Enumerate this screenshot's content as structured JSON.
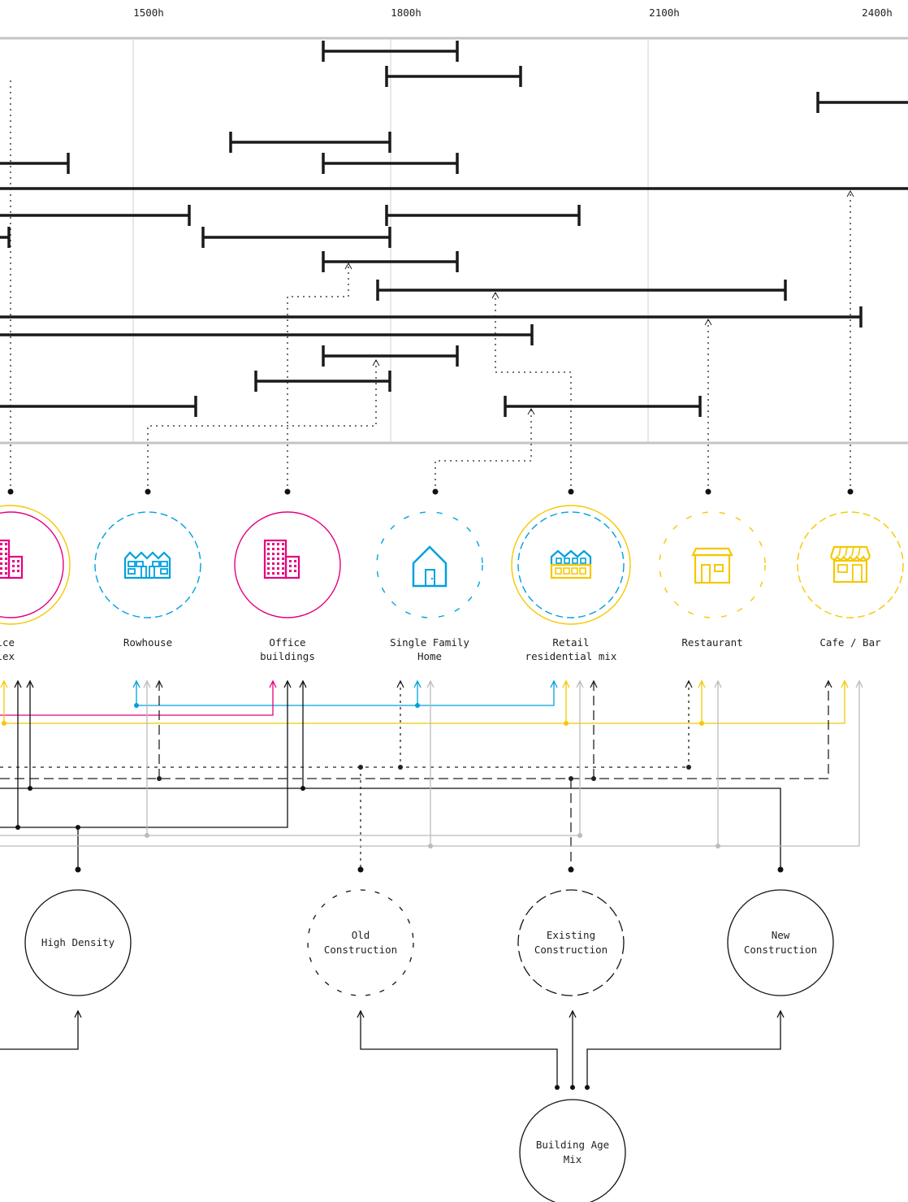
{
  "timeline": {
    "hours": [
      "1500h",
      "1800h",
      "2100h",
      "2400h"
    ]
  },
  "building_types": [
    {
      "id": "office-complex",
      "label_lines": [
        "Office",
        "Complex"
      ],
      "icon": "office-complex-icon",
      "ring": "#E6007E",
      "outer_ring": "#F5C800",
      "color": "#E6007E"
    },
    {
      "id": "rowhouse",
      "label_lines": [
        "Rowhouse"
      ],
      "icon": "rowhouse-icon",
      "ring": "#00A0DF",
      "color": "#00A0DF"
    },
    {
      "id": "office-buildings",
      "label_lines": [
        "Office",
        "buildings"
      ],
      "icon": "office-buildings-icon",
      "ring": "#E6007E",
      "color": "#E6007E"
    },
    {
      "id": "single-family-home",
      "label_lines": [
        "Single Family",
        "Home"
      ],
      "icon": "house-icon",
      "ring": "#00A0DF",
      "color": "#00A0DF"
    },
    {
      "id": "retail-residential-mix",
      "label_lines": [
        "Retail",
        "residential mix"
      ],
      "icon": "retail-residential-icon",
      "ring": "#00A0DF",
      "outer_ring": "#F5C800",
      "color": "#00A0DF"
    },
    {
      "id": "restaurant",
      "label_lines": [
        "Restaurant"
      ],
      "icon": "restaurant-icon",
      "ring": "#F5C800",
      "color": "#F5C800"
    },
    {
      "id": "cafe-bar",
      "label_lines": [
        "Cafe / Bar"
      ],
      "icon": "cafe-bar-icon",
      "ring": "#F5C800",
      "color": "#F5C800"
    }
  ],
  "categories": [
    {
      "id": "high-density",
      "label_lines": [
        "High Density"
      ]
    },
    {
      "id": "old-construction",
      "label_lines": [
        "Old",
        "Construction"
      ]
    },
    {
      "id": "existing-construction",
      "label_lines": [
        "Existing",
        "Construction"
      ]
    },
    {
      "id": "new-construction",
      "label_lines": [
        "New",
        "Construction"
      ]
    },
    {
      "id": "building-age-mix",
      "label_lines": [
        "Building Age",
        "Mix"
      ]
    }
  ],
  "colors": {
    "magenta": "#E6007E",
    "cyan": "#00A0DF",
    "yellow": "#F5C800",
    "gray": "#BBBBBB",
    "black": "#111111"
  }
}
